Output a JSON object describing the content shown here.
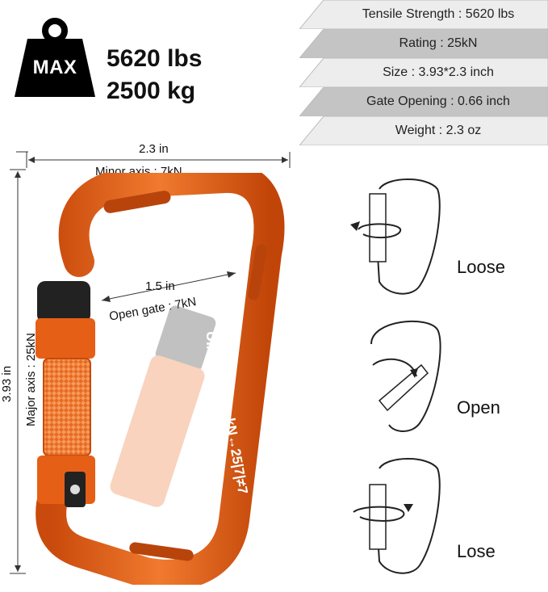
{
  "weight_badge": {
    "label": "MAX",
    "primary": "5620 lbs",
    "secondary": "2500 kg"
  },
  "specs": [
    {
      "text": "Tensile Strength : 5620 lbs",
      "shade": "light"
    },
    {
      "text": "Rating : 25kN",
      "shade": "dark"
    },
    {
      "text": "Size : 3.93*2.3 inch",
      "shade": "light"
    },
    {
      "text": "Gate Opening : 0.66 inch",
      "shade": "dark"
    },
    {
      "text": "Weight : 2.3 oz",
      "shade": "light"
    }
  ],
  "dimensions": {
    "width_label": "2.3 in",
    "minor_axis": "Minor axis : 7kN",
    "height_label": "3.93 in",
    "major_axis": "Major axis : 25kN",
    "gate_width": "1.5 in",
    "open_gate": "Open gate : 7kN"
  },
  "carabiner_marks": {
    "brand": "UIAA",
    "rating": "kN↔25|7|≠7"
  },
  "states": [
    {
      "label": "Loose"
    },
    {
      "label": "Open"
    },
    {
      "label": "Lose"
    }
  ],
  "colors": {
    "carabiner": "#e8621c",
    "carabiner_dark": "#b8440c",
    "gate_black": "#222222",
    "spec_light": "#ededed",
    "spec_dark": "#c4c4c4"
  }
}
